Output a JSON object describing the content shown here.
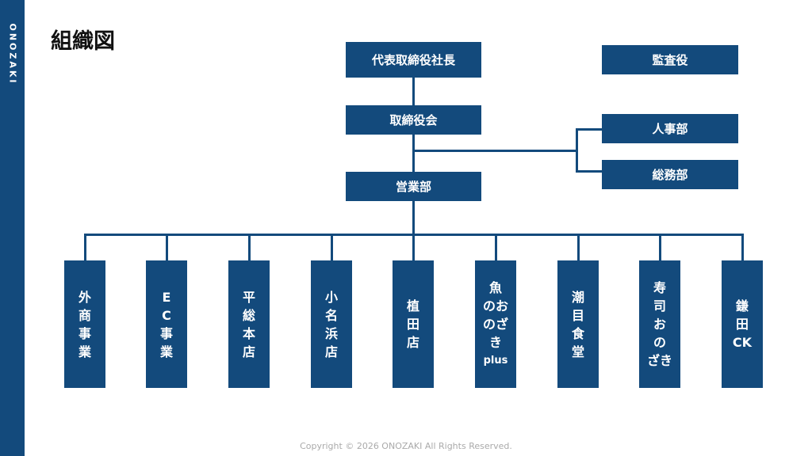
{
  "brand": "ONOZAKI",
  "title": "組織図",
  "boxes": {
    "ceo": "代表取締役社長",
    "board": "取締役会",
    "sales": "営業部",
    "audit": "監査役",
    "hr": "人事部",
    "general": "総務部"
  },
  "units": [
    {
      "lines": [
        "外",
        "商",
        "事",
        "業"
      ]
    },
    {
      "lines": [
        "E",
        "C",
        "事",
        "業"
      ]
    },
    {
      "lines": [
        "平",
        "総",
        "本",
        "店"
      ]
    },
    {
      "lines": [
        "小",
        "名",
        "浜",
        "店"
      ]
    },
    {
      "lines": [
        "植",
        "田",
        "店"
      ]
    },
    {
      "lines": [
        "魚",
        "のお",
        "のざ",
        "き",
        "plus"
      ]
    },
    {
      "lines": [
        "潮",
        "目",
        "食",
        "堂"
      ]
    },
    {
      "lines": [
        "寿",
        "司",
        "お",
        "の",
        "ざき"
      ]
    },
    {
      "lines": [
        "鎌",
        "田",
        "CK"
      ]
    }
  ],
  "footer": "Copyright © 2026 ONOZAKI  All Rights Reserved.",
  "colors": {
    "primary": "#134a7c"
  }
}
